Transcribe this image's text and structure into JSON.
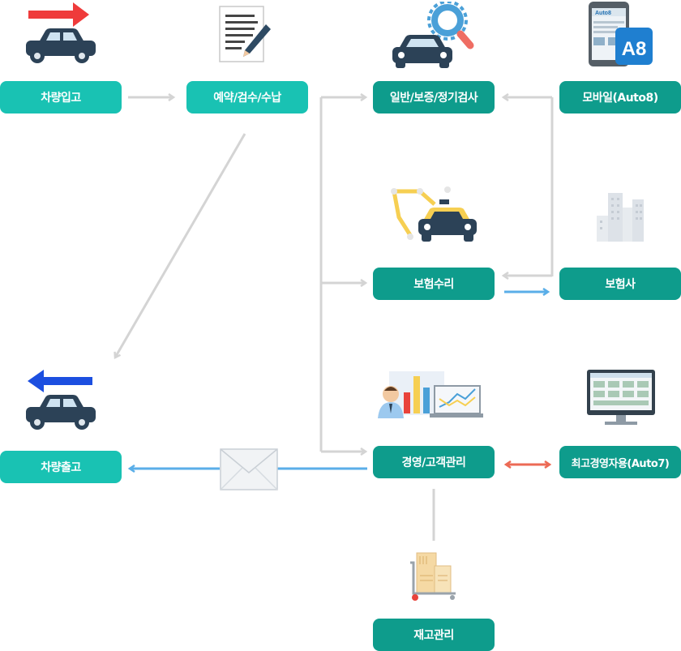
{
  "nodes": {
    "vehicle_in": "차량입고",
    "reservation": "예약/검수/수납",
    "general_inspection": "일반/보증/정기검사",
    "mobile": "모바일(Auto8)",
    "insurance_repair": "보험수리",
    "insurer": "보험사",
    "management": "경영/고객관리",
    "executive": "최고경영자용(Auto7)",
    "vehicle_out": "차량출고",
    "inventory": "재고관리"
  },
  "icons": {
    "vehicle_in": "car-entering-icon",
    "reservation": "document-pen-icon",
    "general_inspection": "car-inspection-icon",
    "mobile": "mobile-phone-icon",
    "insurance_repair": "car-repair-icon",
    "insurer": "office-building-icon",
    "management": "business-chart-icon",
    "executive": "monitor-icon",
    "vehicle_out": "car-leaving-icon",
    "mail": "envelope-icon",
    "inventory": "inventory-cart-icon"
  },
  "phone_brand": "Auto8",
  "phone_badge": "A8",
  "colors": {
    "node_light": "#19c2b3",
    "node_dark": "#0e9c8c",
    "flow_gray": "#d4d4d4",
    "flow_blue": "#5aaee8",
    "flow_red": "#ec6a55",
    "car_body": "#2c4257"
  }
}
